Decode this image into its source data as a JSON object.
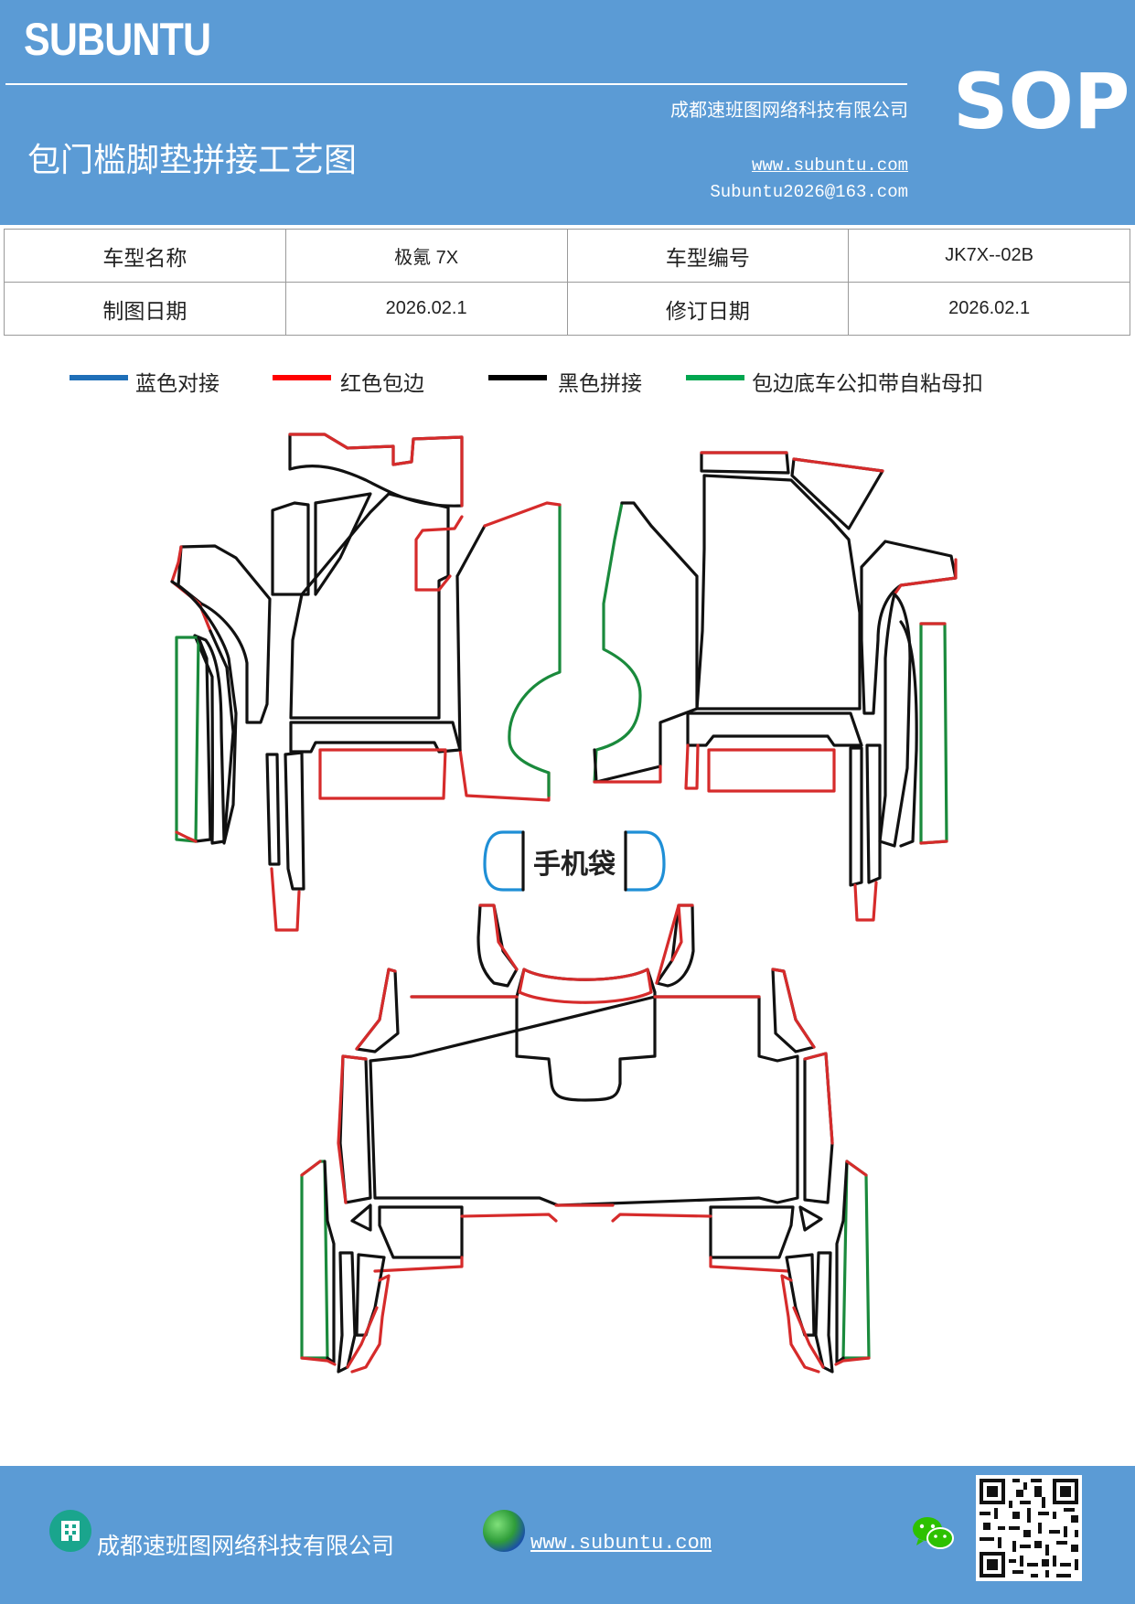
{
  "header": {
    "brand": "SUBUNTU",
    "company": "成都速班图网络科技有限公司",
    "title": "包门槛脚垫拼接工艺图",
    "website": "www.subuntu.com",
    "email": "Subuntu2026@163.com",
    "badge": "SOP"
  },
  "info_table": {
    "rows": [
      [
        {
          "label": "车型名称"
        },
        {
          "value": "极氪 7X"
        },
        {
          "label": "车型编号"
        },
        {
          "value": "JK7X--02B"
        }
      ],
      [
        {
          "label": "制图日期"
        },
        {
          "value": "2026.02.1"
        },
        {
          "label": "修订日期"
        },
        {
          "value": "2026.02.1"
        }
      ]
    ]
  },
  "legend": {
    "items": [
      {
        "label": "蓝色对接",
        "color": "#1f6fb8"
      },
      {
        "label": "红色包边",
        "color": "#ff0000"
      },
      {
        "label": "黑色拼接",
        "color": "#000000"
      },
      {
        "label": "包边底车公扣带自粘母扣",
        "color": "#00a650"
      }
    ]
  },
  "diagram": {
    "phone_pocket_label": "手机袋",
    "colors": {
      "blue": "#1f8fd6",
      "red": "#d62b2b",
      "black": "#111111",
      "green": "#1a8a3c"
    }
  },
  "footer": {
    "company": "成都速班图网络科技有限公司",
    "website": "www.subuntu.com",
    "company_icon": "building-icon",
    "website_icon": "globe-icon",
    "social_icon": "wechat-icon",
    "qr_icon": "qr-code"
  }
}
